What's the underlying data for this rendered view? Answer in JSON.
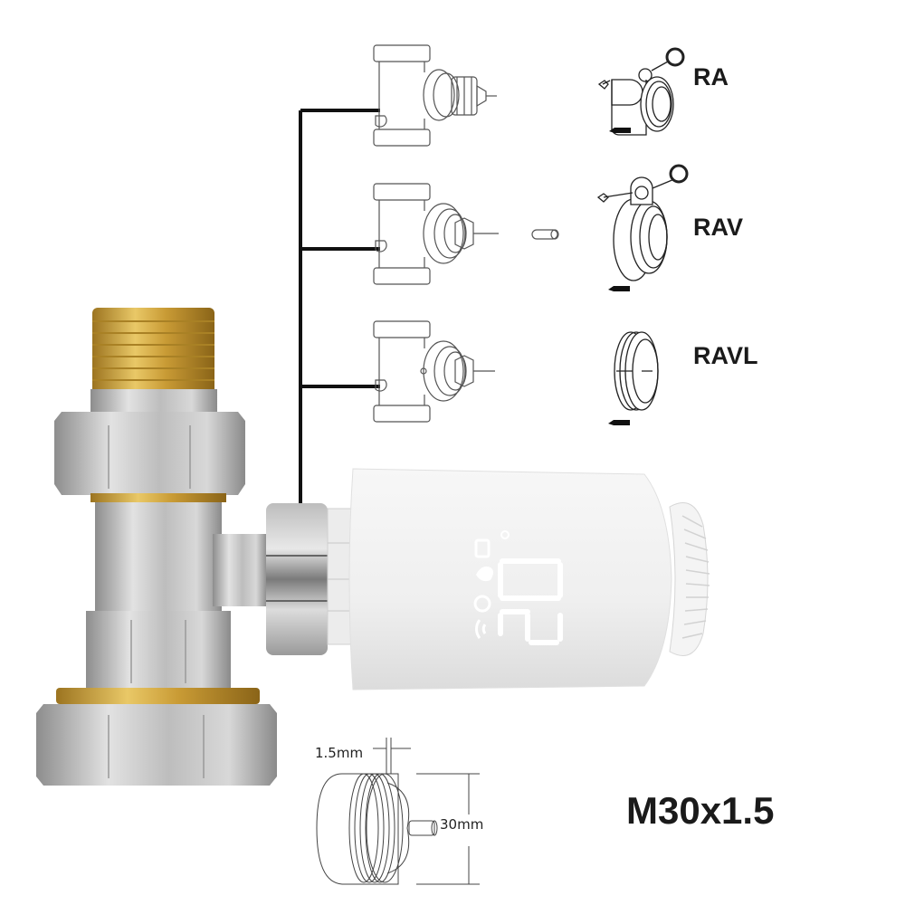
{
  "adapters": [
    {
      "label": "RA"
    },
    {
      "label": "RAV"
    },
    {
      "label": "RAVL"
    }
  ],
  "dimension_diagram": {
    "thread_pitch_label": "1.5mm",
    "diameter_label": "30mm"
  },
  "spec_label": "M30x1.5",
  "thermostat": {
    "display_value": "20",
    "display_icons": [
      "battery-icon",
      "flame-icon",
      "clock-icon",
      "wifi-icon",
      "degree-icon"
    ]
  },
  "colors": {
    "connector_line": "#111111",
    "line_art": "#555555",
    "brass": "#c9a13c",
    "nickel": "#c4c4c4",
    "thermostat_body": "#f2f2f2"
  }
}
